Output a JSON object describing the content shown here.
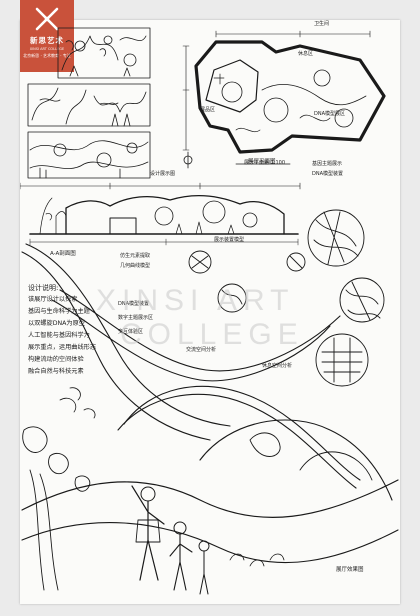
{
  "logo": {
    "name": "新思艺术",
    "tagline": "XINSI ART COLLEGE",
    "subtitle": "北京新思 · 艺术教育 · 专注"
  },
  "labels": {
    "plan_label": "展厅平面图",
    "section_label": "设计展示图",
    "dna_label": "DNA模型展区",
    "seating_label": "休息区",
    "top_right_label": "卫生间",
    "exhibit_left": "展品区",
    "title_a": "A-A剖面图",
    "plan_b_right": "展厅平面图 1:100",
    "dna_cabin": "基因主题展示",
    "dna_cabin2": "DNA模型装置",
    "section_right": "展示装置模型",
    "concept_1": "仿生元素提取",
    "concept_2": "几何曲线模型",
    "concept_3": "DNA模型装置",
    "concept_4": "数字主题展示区",
    "concept_5": "交互体验区",
    "flow_label": "交流空间分析",
    "space_label": "休息空间分析",
    "bottom_label": "展厅效果图"
  },
  "design_notes": {
    "heading": "设计说明:",
    "lines": [
      "该展厅设计以探索",
      "基因与生命科学为主题",
      "以双螺旋DNA为原型",
      "人工智能与基因科学为",
      "展示重点，运用曲线形态",
      "构建流动的空间体验",
      "融合自然与科技元素"
    ]
  },
  "watermark": {
    "line1": "XINSI ART",
    "line2": "COLLEGE"
  }
}
